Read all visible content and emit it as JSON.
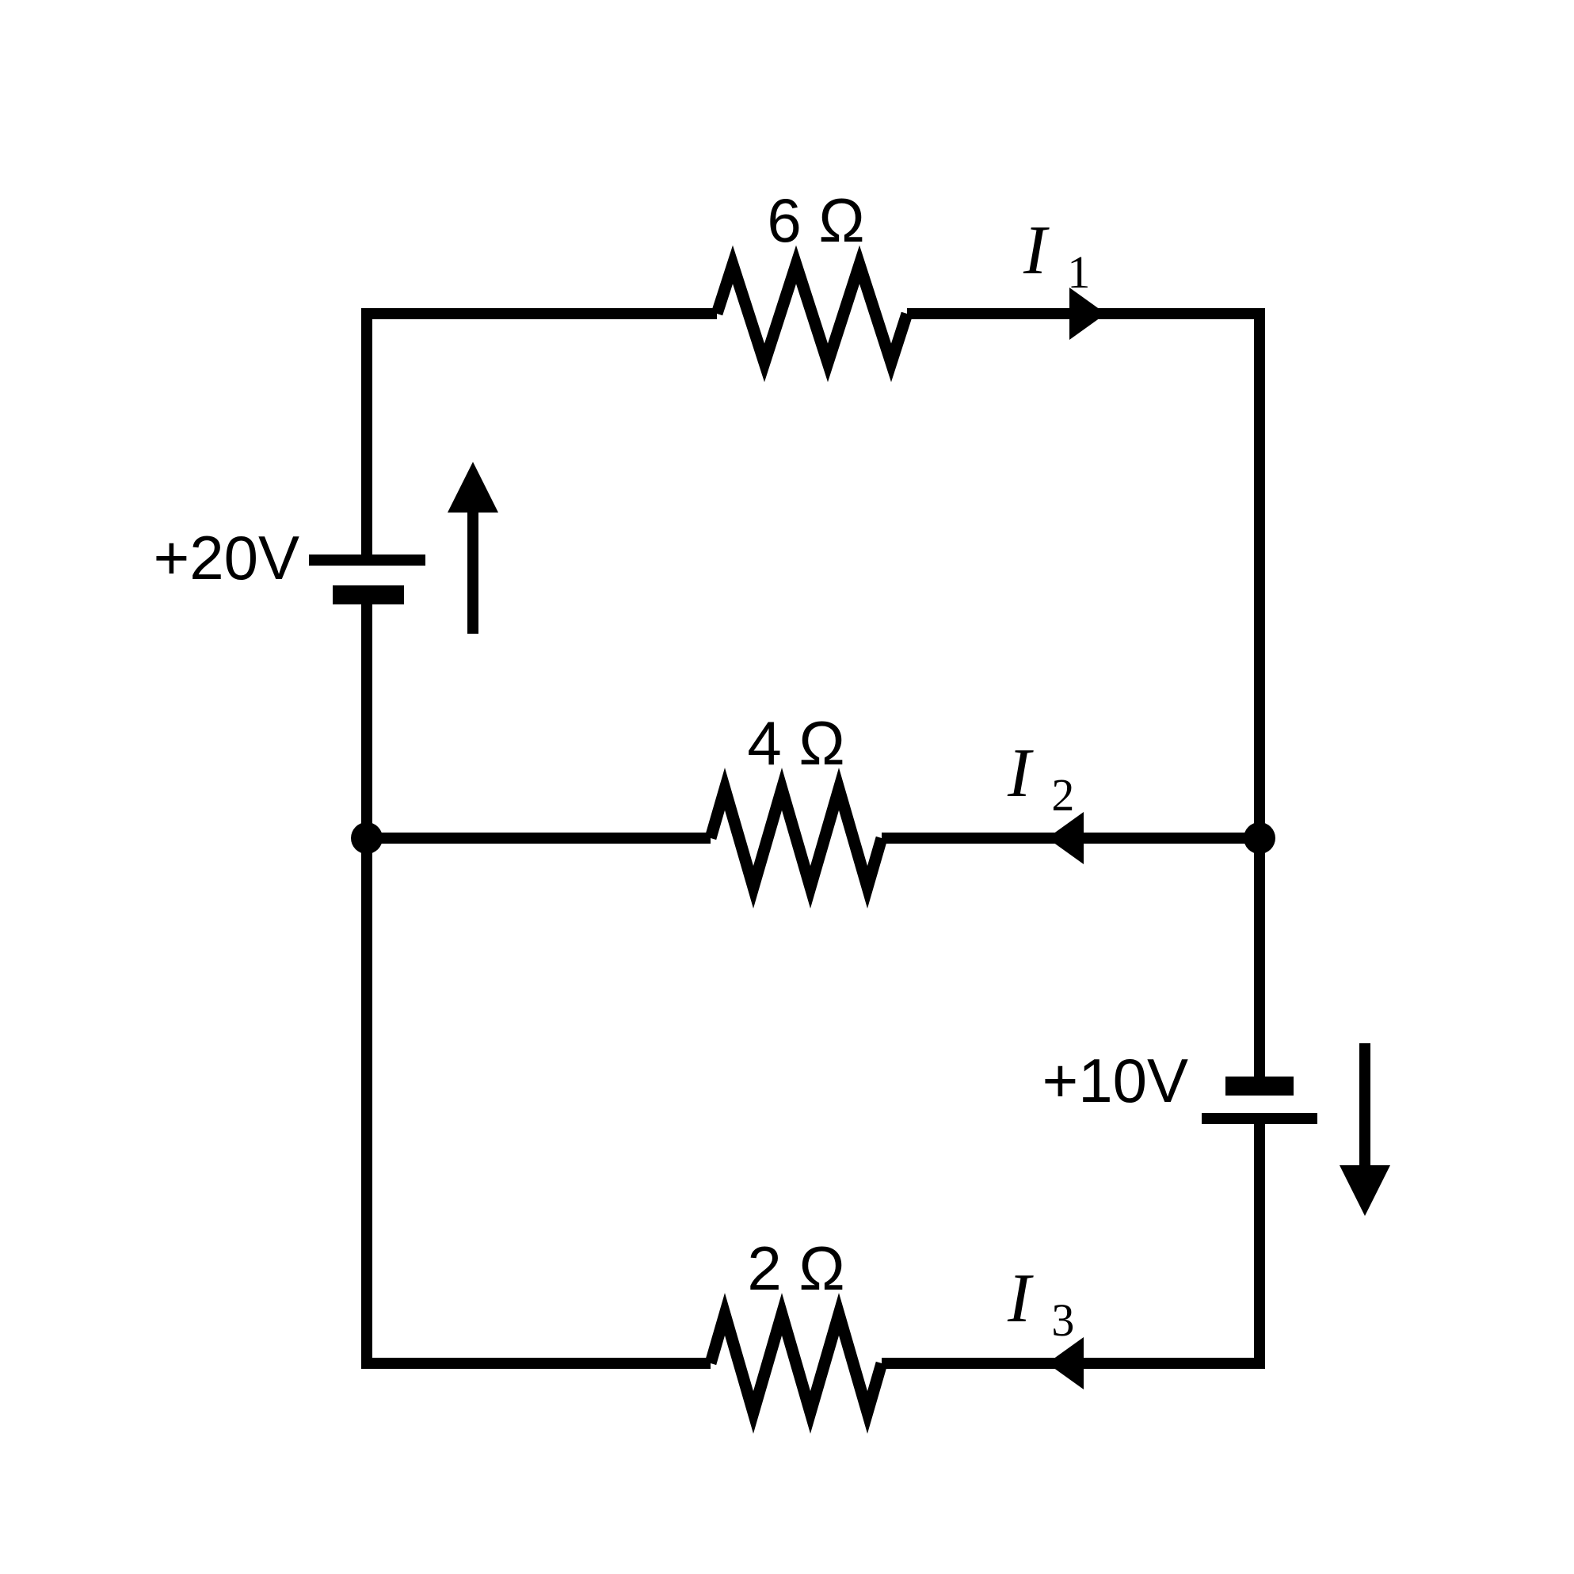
{
  "diagram": {
    "type": "electrical-circuit-schematic",
    "background_color": "#ffffff",
    "line_color": "#000000",
    "resistors": [
      {
        "id": "R1",
        "label": "6 Ω",
        "ohms": 6,
        "branch": "top"
      },
      {
        "id": "R2",
        "label": "4 Ω",
        "ohms": 4,
        "branch": "middle"
      },
      {
        "id": "R3",
        "label": "2 Ω",
        "ohms": 2,
        "branch": "bottom"
      }
    ],
    "sources": [
      {
        "id": "V1",
        "label": "+20V",
        "volts": 20,
        "branch": "left",
        "positive_plate": "top",
        "direction_arrow": "up"
      },
      {
        "id": "V2",
        "label": "+10V",
        "volts": 10,
        "branch": "right",
        "positive_plate": "bottom",
        "direction_arrow": "down"
      }
    ],
    "currents": [
      {
        "id": "I1",
        "symbol": "I",
        "subscript": "1",
        "branch": "top",
        "direction": "right"
      },
      {
        "id": "I2",
        "symbol": "I",
        "subscript": "2",
        "branch": "middle",
        "direction": "left"
      },
      {
        "id": "I3",
        "symbol": "I",
        "subscript": "3",
        "branch": "bottom",
        "direction": "left"
      }
    ],
    "junctions": [
      {
        "id": "node-left",
        "position": "left-middle"
      },
      {
        "id": "node-right",
        "position": "right-middle"
      }
    ]
  }
}
